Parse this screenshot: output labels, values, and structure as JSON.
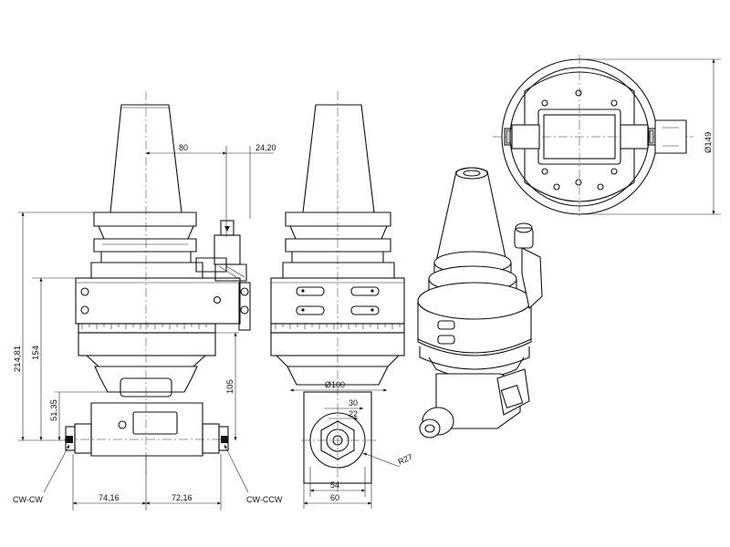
{
  "dimensions": {
    "d80": "80",
    "d24_20": "24,20",
    "d214_81": "214,81",
    "d154": "154",
    "d51_35": "51,35",
    "d105": "105",
    "d74_16": "74,16",
    "d72_16": "72,16",
    "dia100": "Ø100",
    "d30": "30",
    "d22": "22",
    "r27": "R27",
    "d54": "54",
    "d60": "60",
    "dia149": "Ø149"
  },
  "labels": {
    "cw_cw": "CW-CW",
    "cw_ccw": "CW-CCW"
  }
}
